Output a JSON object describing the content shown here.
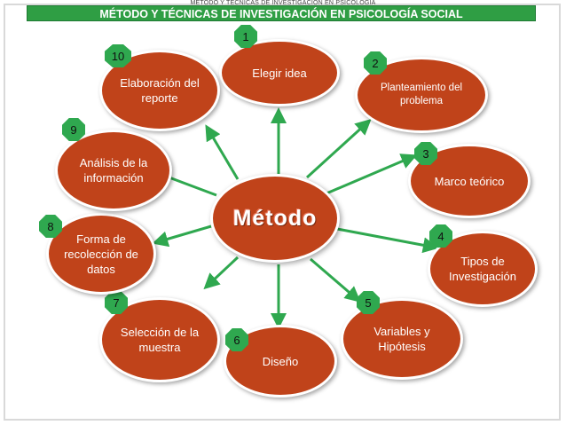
{
  "header": {
    "small_title": "MÉTODO Y TÉCNICAS DE INVESTIGACIÓN EN PSICOLOGÍA",
    "banner": "MÉTODO Y TÉCNICAS DE INVESTIGACIÓN EN PSICOLOGÍA SOCIAL"
  },
  "center": {
    "label": "Método"
  },
  "nodes": [
    {
      "num": "1",
      "label": "Elegir idea"
    },
    {
      "num": "2",
      "label": "Planteamiento del problema"
    },
    {
      "num": "3",
      "label": "Marco teórico"
    },
    {
      "num": "4",
      "label": "Tipos de Investigación"
    },
    {
      "num": "5",
      "label": "Variables y Hipótesis"
    },
    {
      "num": "6",
      "label": "Diseño"
    },
    {
      "num": "7",
      "label": "Selección de la muestra"
    },
    {
      "num": "8",
      "label": "Forma de recolección de datos"
    },
    {
      "num": "9",
      "label": "Análisis de la información"
    },
    {
      "num": "10",
      "label": "Elaboración del reporte"
    }
  ],
  "colors": {
    "node": "#c0431a",
    "accent_green": "#2fa84f",
    "banner": "#2f9e44"
  }
}
